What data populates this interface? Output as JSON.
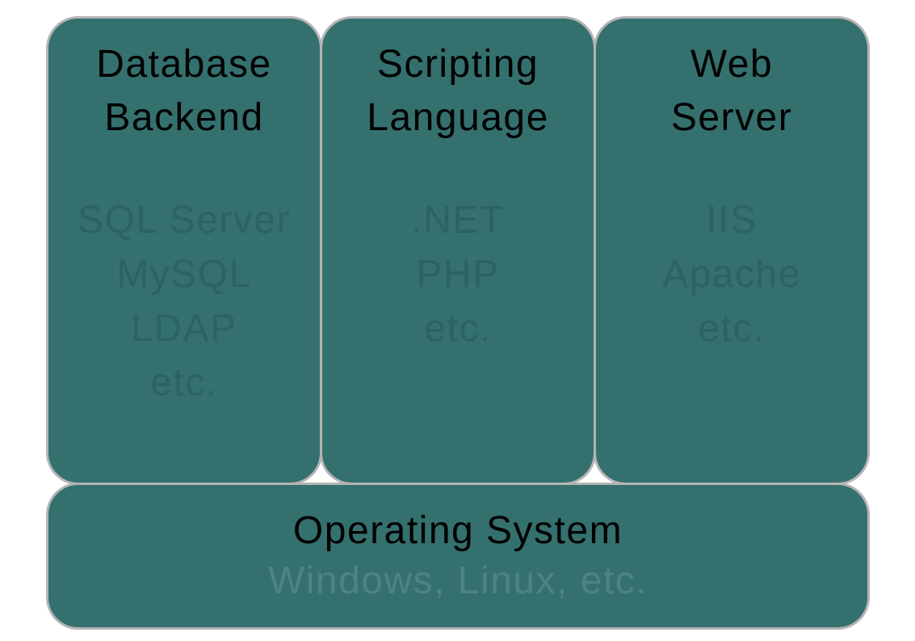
{
  "colors": {
    "box_fill": "#34706e",
    "box_border": "#b4b4b4",
    "heading": "#000000",
    "ghost_dark": "#2c6260",
    "ghost_light": "#4e8381",
    "page_background": "#ffffff"
  },
  "columns": [
    {
      "title_line1": "Database",
      "title_line2": "Backend",
      "items": [
        "SQL Server",
        "MySQL",
        "LDAP",
        "etc."
      ]
    },
    {
      "title_line1": "Scripting",
      "title_line2": "Language",
      "items": [
        ".NET",
        "PHP",
        "etc."
      ]
    },
    {
      "title_line1": "Web",
      "title_line2": "Server",
      "items": [
        "IIS",
        "Apache",
        "etc."
      ]
    }
  ],
  "base": {
    "title": "Operating System",
    "subtitle": "Windows, Linux, etc."
  }
}
